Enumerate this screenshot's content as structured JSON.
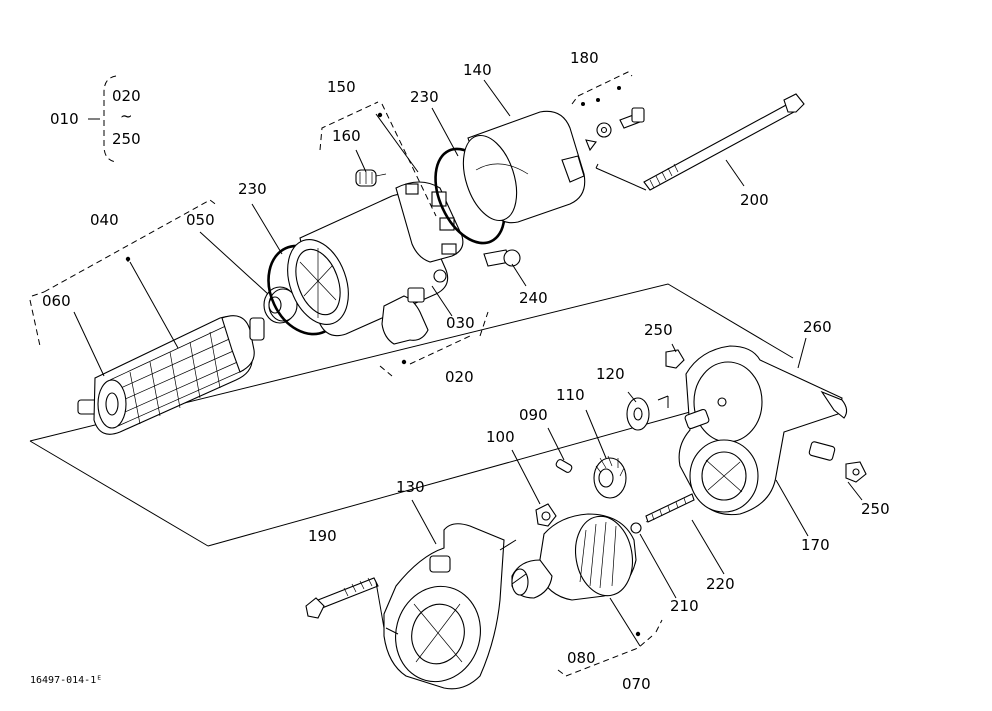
{
  "diagram": {
    "group_label": "010",
    "range_start": "020",
    "range_tilde": "~",
    "range_end": "250",
    "footer_code": "16497-014-1ᴱ",
    "parts": {
      "p020": "020",
      "p030": "030",
      "p040": "040",
      "p050": "050",
      "p060": "060",
      "p070": "070",
      "p080": "080",
      "p090": "090",
      "p100": "100",
      "p110": "110",
      "p120": "120",
      "p130": "130",
      "p140": "140",
      "p150": "150",
      "p160": "160",
      "p170": "170",
      "p180": "180",
      "p190": "190",
      "p200": "200",
      "p210": "210",
      "p220": "220",
      "p230a": "230",
      "p230b": "230",
      "p240": "240",
      "p250a": "250",
      "p250b": "250",
      "p260": "260"
    }
  }
}
